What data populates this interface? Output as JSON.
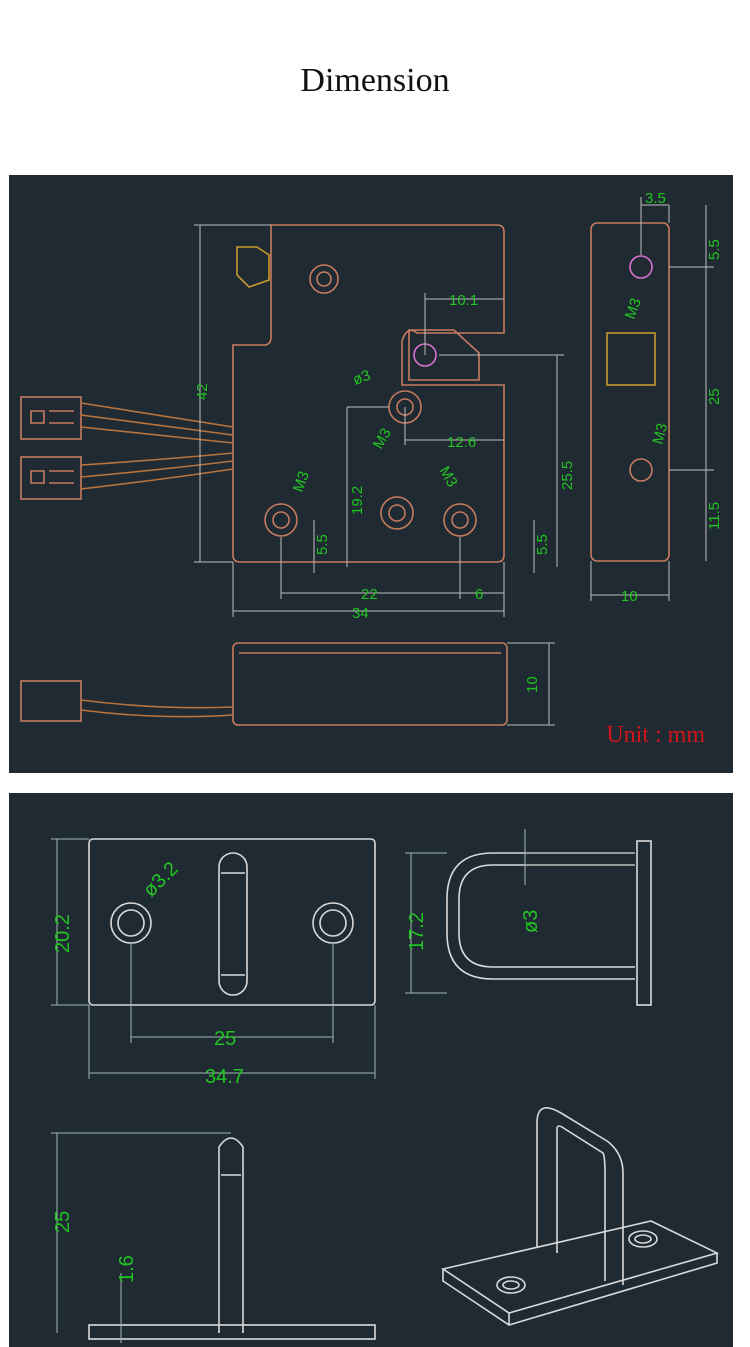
{
  "title": "Dimension",
  "unit_label": "Unit : mm",
  "colors": {
    "panel_bg": "#1f2a33",
    "outline": "#c77b5e",
    "dimension": "#22c422",
    "line": "#d9d9d9",
    "unit": "#d2141a"
  },
  "lock": {
    "height": "42",
    "dim_10_1": "10.1",
    "dim_19_2": "19.2",
    "dim_12_6": "12.6",
    "dim_25_5": "25.5",
    "dim_5_5_left": "5.5",
    "dim_5_5_right": "5.5",
    "dim_22": "22",
    "dim_6": "6",
    "width": "34",
    "hole_phi3": "ø3",
    "hole_m3_a": "M3",
    "hole_m3_b": "M3",
    "hole_m3_c": "M3"
  },
  "lock_side": {
    "dim_3_5": "3.5",
    "dim_5_5": "5.5",
    "dim_25": "25",
    "dim_11_5": "11.5",
    "dim_10": "10",
    "hole_m3_a": "M3",
    "hole_m3_b": "M3"
  },
  "lock_bottom": {
    "dim_10": "10"
  },
  "plate": {
    "height": "20.2",
    "hole_dia": "ø3.2",
    "hole_spacing": "25",
    "width": "34.7"
  },
  "plate_side": {
    "height": "17.2",
    "rod_dia": "ø3"
  },
  "staple": {
    "height": "25",
    "thickness": "1.6"
  }
}
